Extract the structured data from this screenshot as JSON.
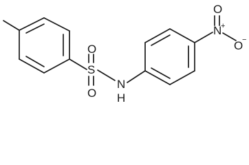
{
  "atoms": {
    "sulfur": "S",
    "oxygen_top": "O",
    "oxygen_bottom": "O",
    "amine_nitrogen": "N",
    "amine_hydrogen": "H",
    "nitro_nitrogen": "N",
    "nitro_nitrogen_charge": "+",
    "nitro_oxygen_top": "O",
    "nitro_oxygen_right": "O",
    "nitro_oxygen_charge": "−"
  }
}
